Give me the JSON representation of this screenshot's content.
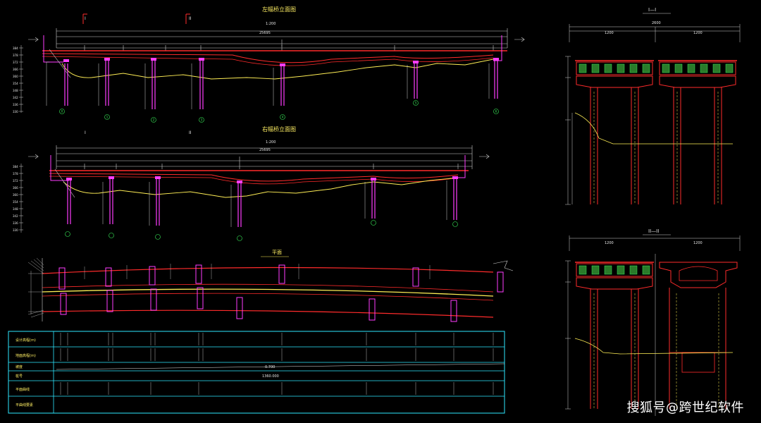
{
  "drawing": {
    "elev1": {
      "title": "左幅桥立面图",
      "scale": "1:200",
      "total_length": "25695"
    },
    "elev2": {
      "title": "右幅桥立面图",
      "scale": "1:200",
      "total_length": "25695"
    },
    "plan": {
      "title": "平面"
    },
    "section1": {
      "title": "I—I",
      "dims": [
        "1200",
        "1200"
      ],
      "total": "2600"
    },
    "section2": {
      "title": "II—II",
      "dims": [
        "1200",
        "1200"
      ]
    },
    "table": {
      "rows": [
        "设计高程(m)",
        "地面高程(m)",
        "坡度",
        "桩号",
        "平面曲线",
        "平曲线要素"
      ],
      "slope_text": "0.700",
      "length_text": "1360.000"
    },
    "section_marks": [
      "I",
      "II"
    ],
    "pier_labels": [
      "0",
      "1",
      "2",
      "3",
      "4",
      "5",
      "6"
    ]
  },
  "watermark": "搜狐号@跨世纪软件",
  "colors": {
    "bg": "#000000",
    "red": "#ff2b2b",
    "yellow": "#ffee55",
    "white": "#e6e6e6",
    "magenta": "#ff3dff",
    "cyan": "#2ee7ff",
    "green": "#39f05a"
  }
}
